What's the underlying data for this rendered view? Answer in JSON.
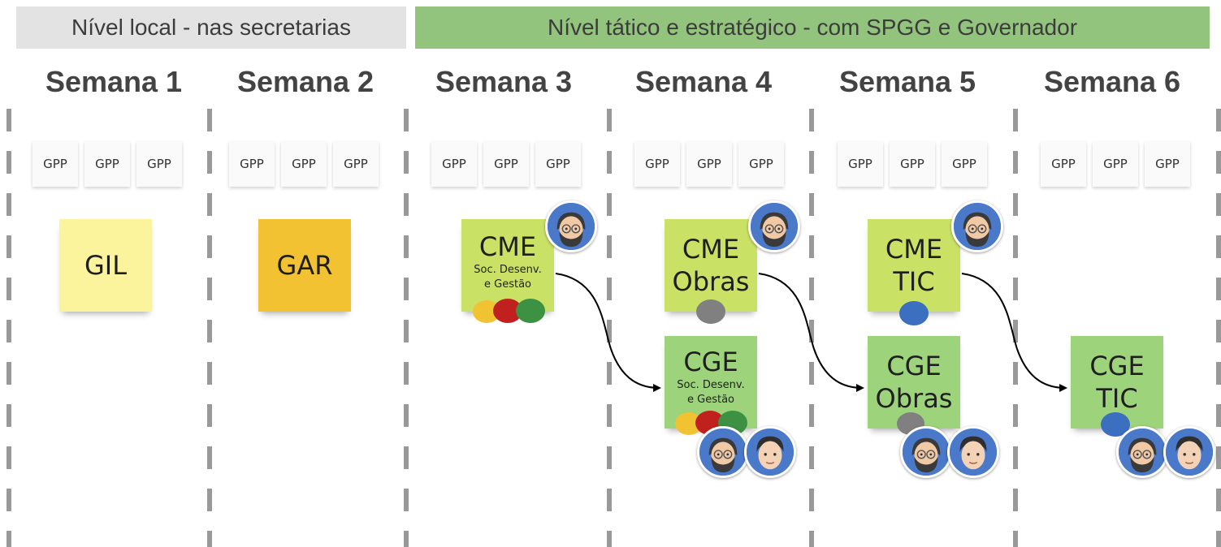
{
  "banners": {
    "local": "Nível local - nas secretarias",
    "tatico": "Nível tático e estratégico - com SPGG e Governador"
  },
  "weeks": [
    "Semana 1",
    "Semana 2",
    "Semana 3",
    "Semana 4",
    "Semana 5",
    "Semana 6"
  ],
  "gpp_label": "GPP",
  "notes": {
    "gil": "GIL",
    "gar": "GAR",
    "cme3": {
      "title": "CME",
      "line1": "Soc. Desenv.",
      "line2": "e Gestão"
    },
    "cme4": {
      "title": "CME",
      "subtitle": "Obras"
    },
    "cme5": {
      "title": "CME",
      "subtitle": "TIC"
    },
    "cge4": {
      "title": "CGE",
      "line1": "Soc. Desenv.",
      "line2": "e Gestão"
    },
    "cge5": {
      "title": "CGE",
      "subtitle": "Obras"
    },
    "cge6": {
      "title": "CGE",
      "subtitle": "TIC"
    }
  },
  "colors": {
    "note_light_yellow": "#fbf49d",
    "note_gold": "#f2c232",
    "note_light_green": "#c9e265",
    "note_green": "#9dd37a",
    "dot_yellow": "#f1c232",
    "dot_red": "#c0211f",
    "dot_green": "#3d9142",
    "dot_gray": "#808080",
    "dot_blue": "#3c6fbf",
    "avatar_bg": "#4a79c9"
  },
  "icons": [
    "avatar-bearded-icon",
    "avatar-man-icon",
    "arrow-icon"
  ]
}
